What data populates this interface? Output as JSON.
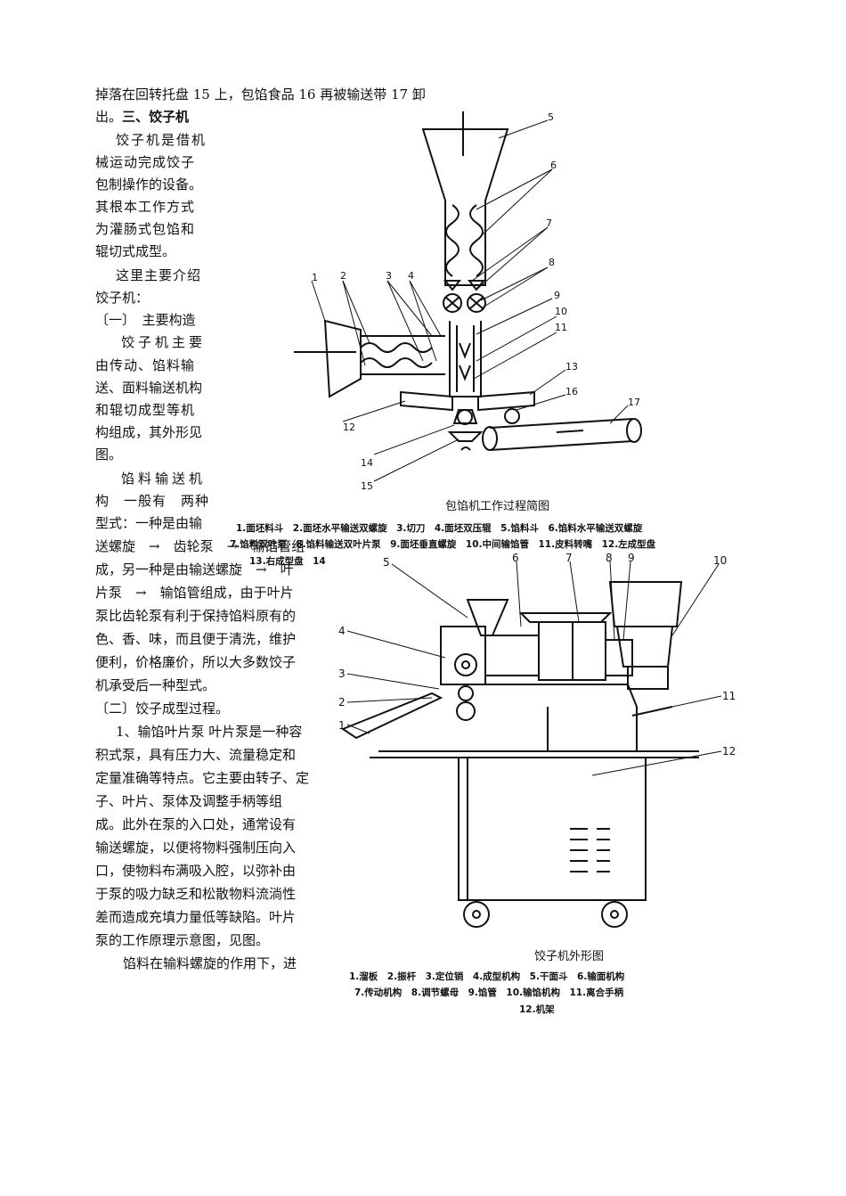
{
  "text": {
    "l1": "掉落在回转托盘 15 上，包馅食品 16 再被输送带 17 卸",
    "l2a": "出。",
    "l2b": "三、饺子机",
    "l3": "饺子机是借机",
    "l4": "械运动完成饺子",
    "l5": "包制操作的设备。",
    "l6": "其根本工作方式",
    "l7": "为灌肠式包馅和",
    "l8": "辊切式成型。",
    "l9": "这里主要介绍",
    "l10": "饺子机：",
    "l11": "〔一〕　主要构造",
    "l12": "饺子机主要",
    "l13": "由传动、馅料输",
    "l14": "送、面料输送机构",
    "l15": "和辊切成型等机",
    "l16": "构组成，其外形见",
    "l17": "图。",
    "l18": "馅料输送机",
    "l19": "构　一般有　两种",
    "l20": "型式：一种是由输",
    "l21": "送螺旋　→　齿轮泵　→　输馅管组",
    "l22": "成，另一种是由输送螺旋　→　叶",
    "l23": "片泵　→　输馅管组成，由于叶片",
    "l24": "泵比齿轮泵有利于保持馅料原有的",
    "l25": "色、香、味，而且便于清洗，维护",
    "l26": "便利，价格廉价，所以大多数饺子",
    "l27": "机承受后一种型式。",
    "l28": "〔二〕饺子成型过程。",
    "l29": "1、输馅叶片泵 叶片泵是一种容",
    "l30": "积式泵，具有压力大、流量稳定和",
    "l31": "定量准确等特点。它主要由转子、定",
    "l32": "子、叶片、泵体及调整手柄等组",
    "l33": "成。此外在泵的入口处，通常设有",
    "l34": "输送螺旋，以便将物料强制压向入",
    "l35": "口，使物料布满吸入腔，以弥补由",
    "l36": "于泵的吸力缺乏和松散物料流淌性",
    "l37": "差而造成充填力量低等缺陷。叶片",
    "l38": "泵的工作原理示意图，见图。",
    "l39": "馅料在输料螺旋的作用下，进"
  },
  "fig1": {
    "caption": "包馅机工作过程简图",
    "legend1": "1.面坯料斗　2.面坯水平输送双螺旋　3.切刀　4.面坯双压辊　5.馅料斗　6.馅料水平输送双螺旋",
    "legend2": "7.馅料双叶泵　8.馅料输送双叶片泵　9.面坯垂直螺旋　10.中间输馅管　11.皮料转嘴　12.左成型盘",
    "legend3": "13.右成型盘　14",
    "labels": [
      "1",
      "2",
      "3",
      "4",
      "5",
      "6",
      "7",
      "8",
      "9",
      "10",
      "11",
      "12",
      "13",
      "14",
      "15",
      "16",
      "17"
    ]
  },
  "fig2": {
    "caption": "饺子机外形图",
    "legend1": "1.溜板　2.振杆　3.定位销　4.成型机构　5.干面斗　6.输面机构",
    "legend2": "7.传动机构　8.调节螺母　9.馅管　10.输馅机构　11.离合手柄",
    "legend3": "12.机架",
    "labels": [
      "1",
      "2",
      "3",
      "4",
      "5",
      "6",
      "7",
      "8",
      "9",
      "10",
      "11",
      "12"
    ]
  }
}
